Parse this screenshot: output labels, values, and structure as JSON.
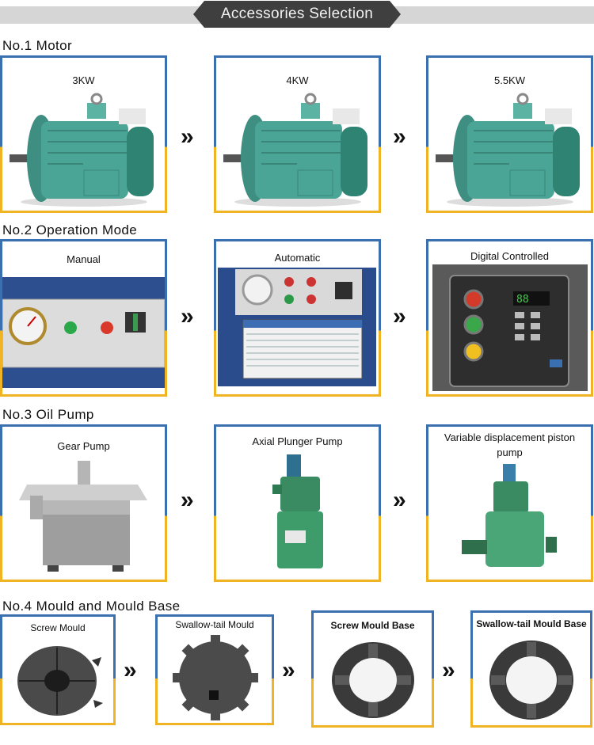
{
  "header": {
    "title": "Accessories Selection"
  },
  "sections": [
    {
      "title": "No.1 Motor",
      "items": [
        {
          "label": "3KW"
        },
        {
          "label": "4KW"
        },
        {
          "label": "5.5KW"
        }
      ]
    },
    {
      "title": "No.2 Operation Mode",
      "items": [
        {
          "label": "Manual"
        },
        {
          "label": "Automatic"
        },
        {
          "label": "Digital Controlled"
        }
      ]
    },
    {
      "title": "No.3 Oil Pump",
      "items": [
        {
          "label": "Gear Pump"
        },
        {
          "label": "Axial Plunger Pump"
        },
        {
          "label": "Variable displacement piston pump"
        }
      ]
    },
    {
      "title": "No.4 Mould and Mould Base",
      "items": [
        {
          "label": "Screw Mould"
        },
        {
          "label": "Swallow-tail Mould"
        },
        {
          "label": "Screw Mould Base"
        },
        {
          "label": "Swallow-tail Mould Base"
        }
      ]
    }
  ],
  "arrow_glyph": "»",
  "colors": {
    "card_top": "#3a6fb0",
    "card_bottom": "#f0b323",
    "banner": "#3f3f3f",
    "motor_green": "#4aa596"
  }
}
